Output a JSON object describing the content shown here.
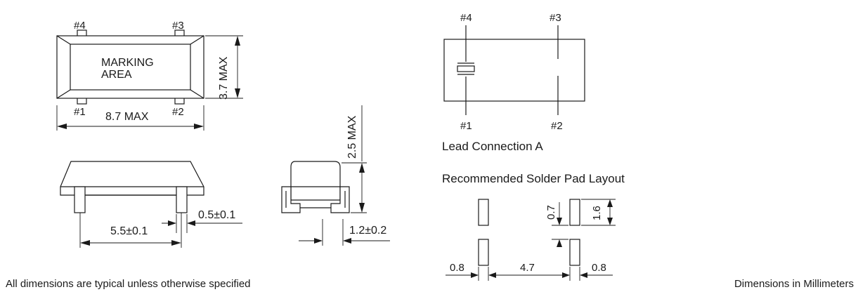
{
  "top_view": {
    "pin1": "#1",
    "pin2": "#2",
    "pin3": "#3",
    "pin4": "#4",
    "marking_line1": "MARKING",
    "marking_line2": "AREA",
    "length": "8.7 MAX",
    "width": "3.7 MAX"
  },
  "side_view": {
    "lead_pitch": "5.5±0.1",
    "lead_width": "0.5±0.1"
  },
  "end_view": {
    "height": "2.5 MAX",
    "lead_length": "1.2±0.2"
  },
  "lead_connection": {
    "pin4": "#4",
    "pin3": "#3",
    "pin1": "#1",
    "pin2": "#2",
    "caption": "Lead Connection A"
  },
  "solder_pad": {
    "title": "Recommended Solder Pad Layout",
    "pad_gap": "0.7",
    "pad_length": "1.6",
    "pad_width_left": "0.8",
    "pad_spacing": "4.7",
    "pad_width_right": "0.8"
  },
  "footer": {
    "note": "All dimensions are typical unless otherwise specified",
    "units": "Dimensions in Millimeters"
  }
}
